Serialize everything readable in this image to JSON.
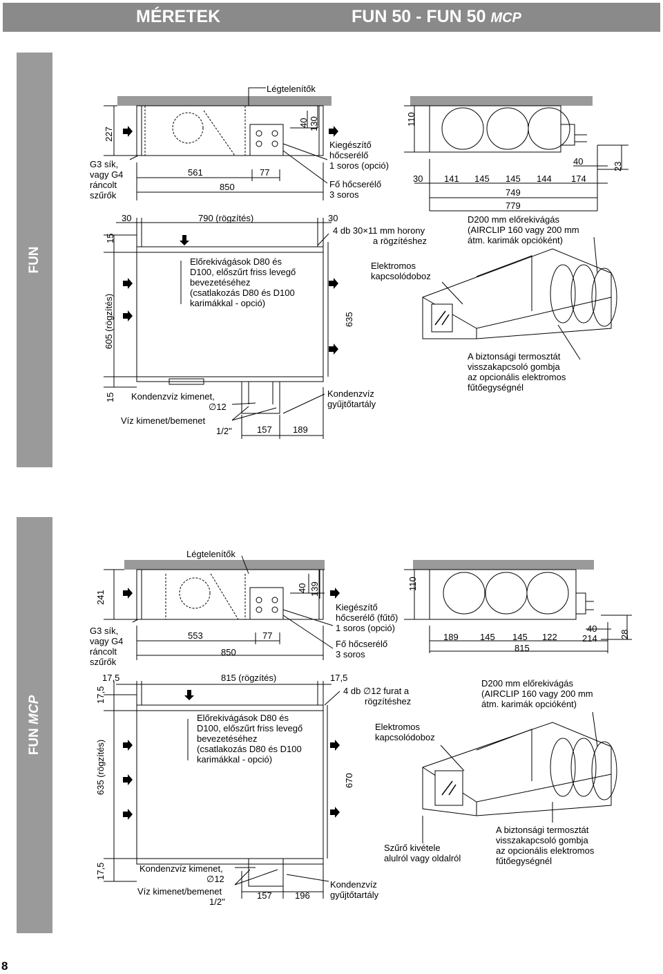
{
  "header": {
    "left_title": "MÉRETEK",
    "right_title_main": "FUN 50  -  FUN 50 ",
    "right_title_suffix": "MCP"
  },
  "fun": {
    "side_label": "FUN",
    "legteleni": "Légtelenítők",
    "dim_227": "227",
    "dim_40": "40",
    "dim_130": "130",
    "dim_561": "561",
    "dim_77": "77",
    "dim_850": "850",
    "g3": [
      "G3 sík,",
      "vagy G4",
      "ráncolt",
      "szűrők"
    ],
    "kieg": [
      "Kiegészítő",
      "hőcserélő",
      "1 soros (opció)"
    ],
    "fo": [
      "Fő hőcserélő",
      "3 soros"
    ],
    "dim_30a": "30",
    "rogzites": "790 (rögzítés)",
    "dim_30b": "30",
    "horony": [
      "4 db 30×11 mm horony",
      "a rögzítéshez"
    ],
    "dim_15a": "15",
    "dim_605": "605 (rögzítés)",
    "dim_15b": "15",
    "dim_635": "635",
    "elorek": [
      "Előrekivágások D80 és",
      "D100, előszűrt friss levegő",
      "bevezetéséhez",
      "(csatlakozás D80 és D100",
      "karimákkal - opció)"
    ],
    "kondkim": [
      "Kondenzvíz kimenet,",
      "∅12"
    ],
    "viz": [
      "Víz kimenet/bemenet",
      "1/2\""
    ],
    "dim_157": "157",
    "dim_189": "189",
    "kondgyuj": [
      "Kondenzvíz",
      "gyűjtőtartály"
    ],
    "dim_110": "110",
    "dim_row": [
      "30",
      "141",
      "145",
      "145",
      "144",
      "174"
    ],
    "dim_40r": "40",
    "dim_23": "23",
    "dim_749": "749",
    "dim_779": "779",
    "d200": [
      "D200 mm előrekivágás",
      "(AIRCLIP 160 vagy 200 mm",
      "átm. karimák opcióként)"
    ],
    "elektro": [
      "Elektromos",
      "kapcsolódoboz"
    ],
    "bizt": [
      "A biztonsági termosztát",
      "visszakapcsoló gombja",
      "az opcionális elektromos",
      "fűtőegységnél"
    ]
  },
  "mcp": {
    "side_label_main": "FUN ",
    "side_label_suffix": "MCP",
    "legteleni": "Légtelenítők",
    "dim_241": "241",
    "dim_40": "40",
    "dim_139": "139",
    "dim_553": "553",
    "dim_77": "77",
    "dim_850": "850",
    "g3": [
      "G3 sík,",
      "vagy G4",
      "ráncolt",
      "szűrők"
    ],
    "kieg": [
      "Kiegészítő",
      "hőcserélő (fűtő)",
      "1 soros (opció)"
    ],
    "fo": [
      "Fő hőcserélő",
      "3 soros"
    ],
    "dim_175a": "17,5",
    "rogzites": "815 (rögzítés)",
    "dim_175b": "17,5",
    "furat": [
      "4 db ∅12 furat a",
      "rögzítéshez"
    ],
    "dim_175c": "17,5",
    "dim_635": "635 (rögzítés)",
    "dim_175d": "17,5",
    "dim_670": "670",
    "elorek": [
      "Előrekivágások D80 és",
      "D100, előszűrt friss levegő",
      "bevezetéséhez",
      "(csatlakozás D80 és D100",
      "karimákkal - opció)"
    ],
    "kondkim": [
      "Kondenzvíz kimenet,",
      "∅12"
    ],
    "viz": [
      "Víz kimenet/bemenet",
      "1/2\""
    ],
    "dim_157": "157",
    "dim_196": "196",
    "kondgyuj": [
      "Kondenzvíz",
      "gyűjtőtartály"
    ],
    "dim_110": "110",
    "dim_row": [
      "189",
      "145",
      "145",
      "122"
    ],
    "dim_40r": "40",
    "dim_214": "214",
    "dim_28": "28",
    "dim_815": "815",
    "d200": [
      "D200 mm előrekivágás",
      "(AIRCLIP 160 vagy 200 mm",
      "átm. karimák opcióként)"
    ],
    "elektro": [
      "Elektromos",
      "kapcsolódoboz"
    ],
    "szuro": [
      "Szűrő kivétele",
      "alulról vagy oldalról"
    ],
    "bizt": [
      "A biztonsági termosztát",
      "visszakapcsoló gombja",
      "az opcionális elektromos",
      "fűtőegységnél"
    ]
  },
  "page_number": "8"
}
